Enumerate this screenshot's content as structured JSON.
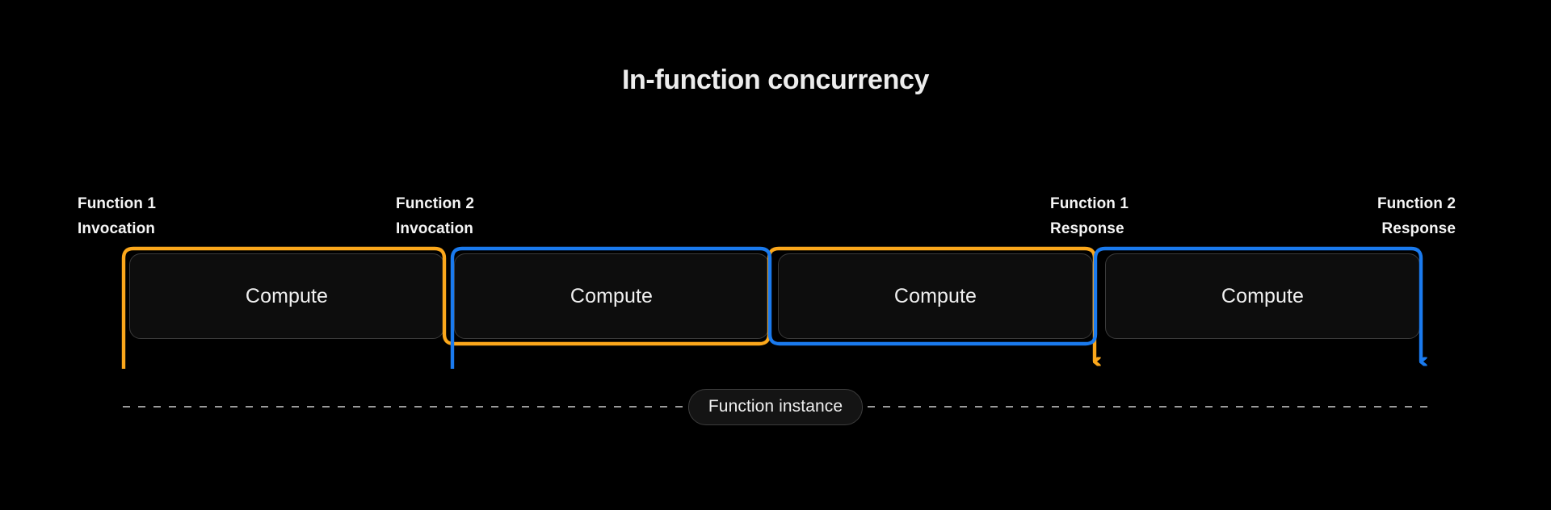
{
  "page": {
    "background": "#000000",
    "title": "In-function concurrency"
  },
  "colors": {
    "function_1": "#FBA71B",
    "function_2": "#1A7AEE",
    "box_border": "#3a3a3a",
    "box_fill": "#0d0d0d",
    "text": "#f2f2f2",
    "dash": "#9a9a9a"
  },
  "labels": {
    "f1_invocation": {
      "line1": "Function 1",
      "line2": "Invocation"
    },
    "f2_invocation": {
      "line1": "Function 2",
      "line2": "Invocation"
    },
    "f1_response": {
      "line1": "Function 1",
      "line2": "Response"
    },
    "f2_response": {
      "line1": "Function 2",
      "line2": "Response"
    }
  },
  "timeline": {
    "boxes": [
      {
        "id": "compute-1",
        "label": "Compute",
        "owner": "function_1"
      },
      {
        "id": "compute-2",
        "label": "Compute",
        "owner": "function_2"
      },
      {
        "id": "compute-3",
        "label": "Compute",
        "owner": "function_1"
      },
      {
        "id": "compute-4",
        "label": "Compute",
        "owner": "function_2"
      }
    ],
    "instance_label": "Function instance"
  },
  "flows": [
    {
      "name": "function-1-flow",
      "color": "#FBA71B",
      "from": "Function 1 Invocation",
      "to": "Function 1 Response",
      "spans_boxes": [
        1,
        2,
        3
      ]
    },
    {
      "name": "function-2-flow",
      "color": "#1A7AEE",
      "from": "Function 2 Invocation",
      "to": "Function 2 Response",
      "spans_boxes": [
        2,
        3,
        4
      ]
    }
  ]
}
